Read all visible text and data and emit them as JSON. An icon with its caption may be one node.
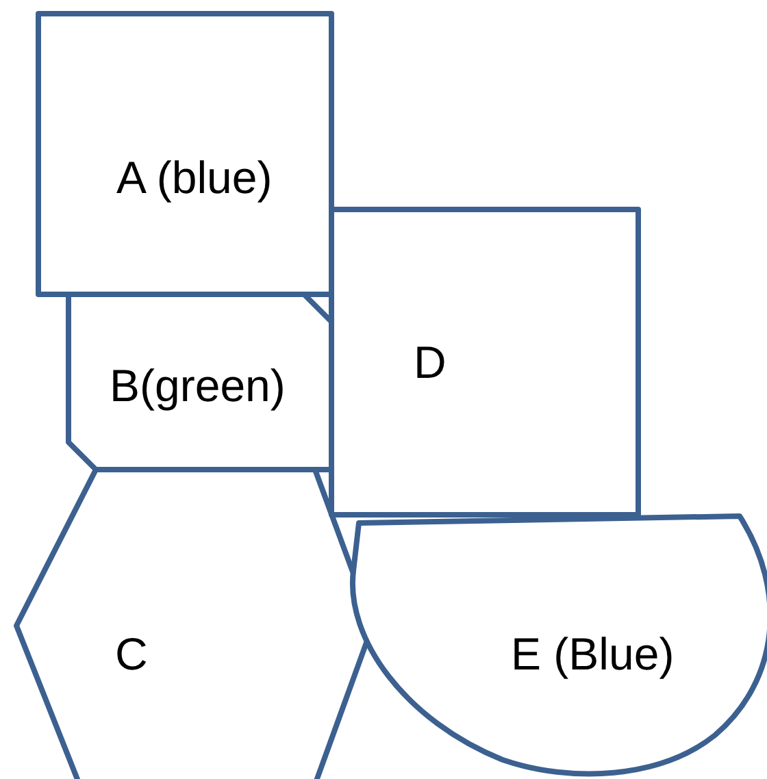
{
  "diagram": {
    "nodes": [
      {
        "text": [
          "A (blue)"
        ]
      },
      {
        "text": [
          "B(green)"
        ]
      },
      {
        "text": [
          "C"
        ]
      },
      {
        "text": [
          "D"
        ]
      },
      {
        "text": [
          "E (Blue)"
        ]
      }
    ]
  }
}
